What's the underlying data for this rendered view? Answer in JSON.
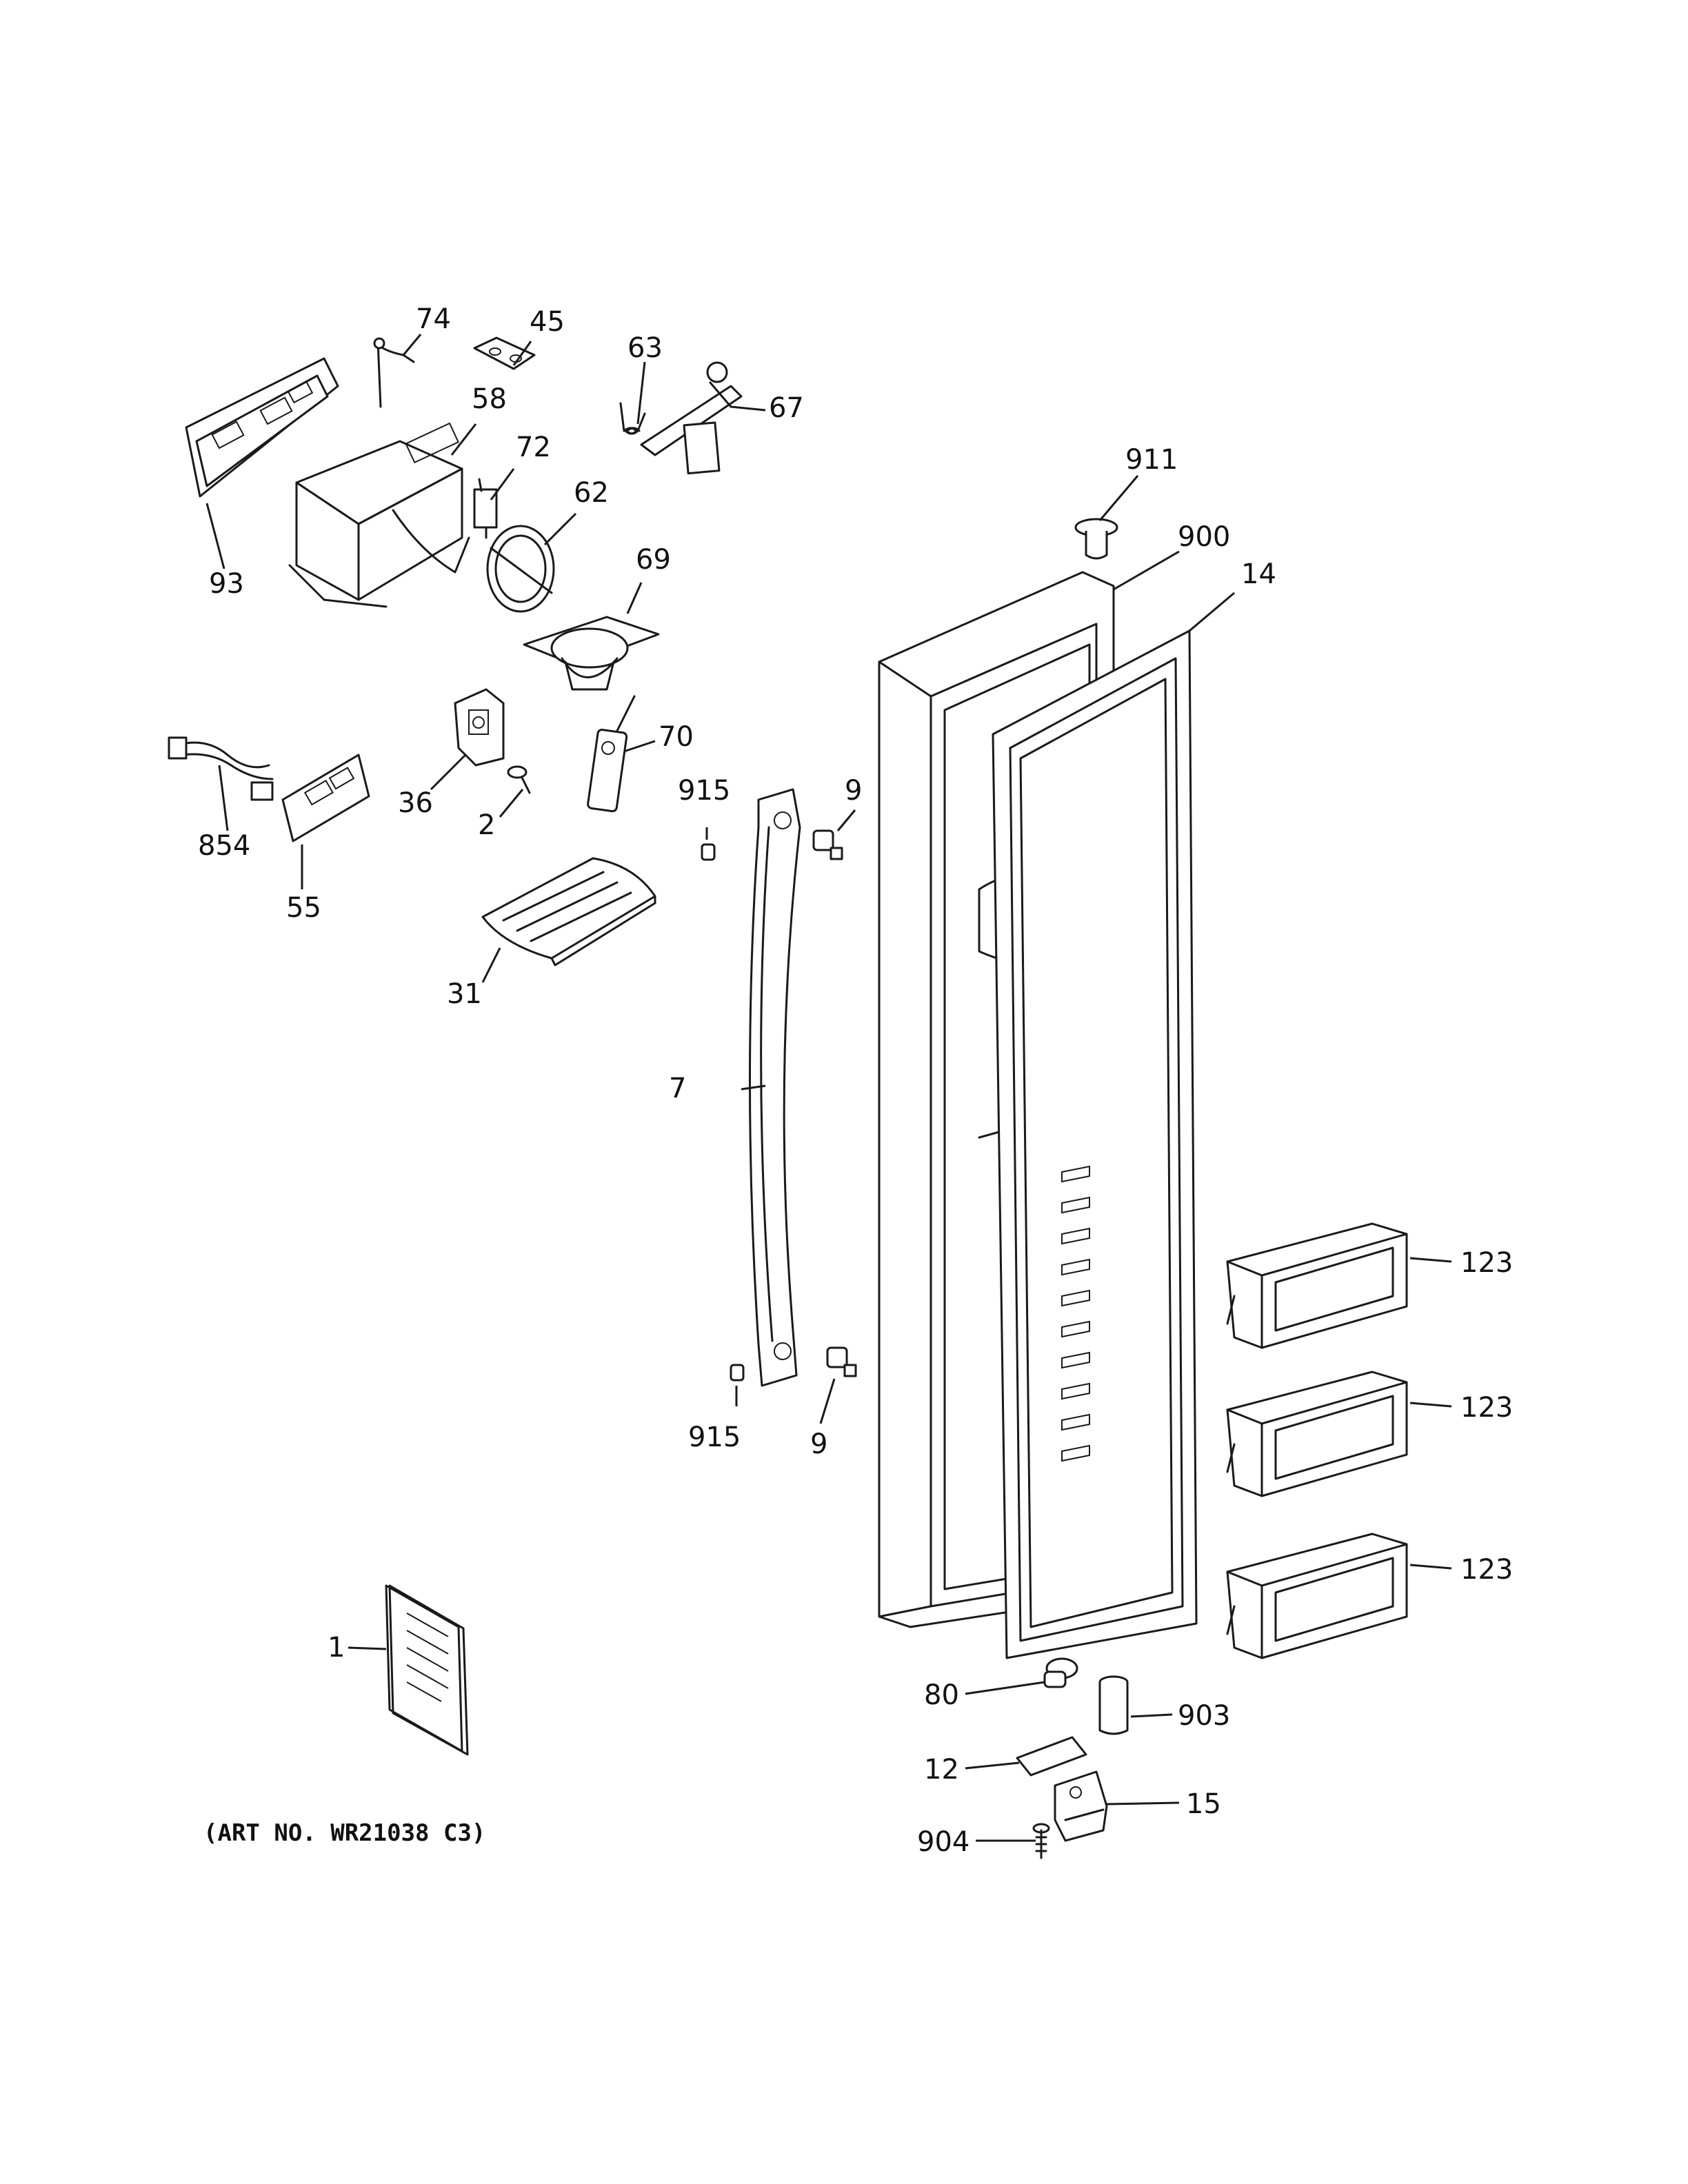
{
  "diagram": {
    "art_number": "(ART NO. WR21038 C3)",
    "callouts": [
      "74",
      "45",
      "63",
      "67",
      "58",
      "72",
      "93",
      "62",
      "69",
      "911",
      "900",
      "14",
      "854",
      "36",
      "70",
      "2",
      "915",
      "9",
      "55",
      "31",
      "7",
      "123",
      "123",
      "915",
      "9",
      "123",
      "1",
      "80",
      "903",
      "12",
      "15",
      "904"
    ]
  }
}
